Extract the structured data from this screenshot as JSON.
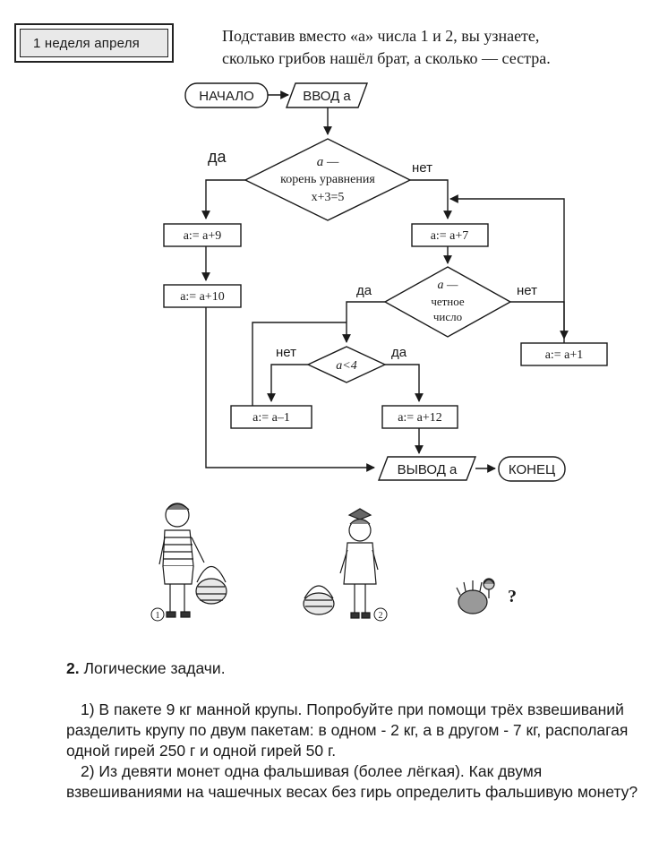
{
  "header": {
    "week_label": "1 неделя апреля",
    "intro_line1": "Подставив вместо «а» числа 1 и 2, вы узнаете,",
    "intro_line2": "сколько грибов нашёл брат, а сколько — сестра."
  },
  "flowchart": {
    "start": "НАЧАЛО",
    "input": "ВВОД а",
    "cond1_line1": "а —",
    "cond1_line2": "корень уравнения",
    "cond1_line3": "x+3=5",
    "yes1": "да",
    "no1": "нет",
    "op_a9": "а:= а+9",
    "op_a10": "а:= а+10",
    "op_a7": "а:= а+7",
    "cond2_line1": "а —",
    "cond2_line2": "четное",
    "cond2_line3": "число",
    "yes2": "да",
    "no2": "нет",
    "op_a1": "а:= а+1",
    "cond3": "а<4",
    "no3": "нет",
    "yes3": "да",
    "op_am1": "а:= а–1",
    "op_a12": "а:= а+12",
    "output": "ВЫВОД а",
    "end": "КОНЕЦ"
  },
  "illustration": {
    "boy_number": "①",
    "girl_number": "②",
    "question_mark": "?"
  },
  "tasks": {
    "number": "2.",
    "title": "Логические задачи.",
    "task1": "1) В пакете 9 кг манной крупы. Попробуйте при помощи трёх взвешиваний разделить крупу по двум пакетам: в одном - 2 кг, а в другом - 7 кг, располагая одной гирей 250 г и одной гирей 50 г.",
    "task2": "2) Из девяти монет одна фальшивая (более лёгкая). Как двумя взвешиваниями на чашечных весах без гирь определить фальшивую монету?"
  }
}
